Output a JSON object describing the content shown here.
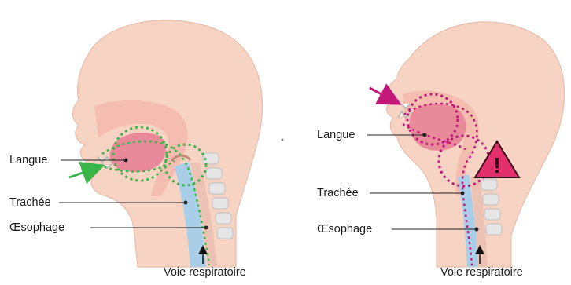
{
  "panels": [
    {
      "id": "left",
      "labels": {
        "tongue": "Langue",
        "trachea": "Trachée",
        "esophagus": "Œsophage",
        "airway": "Voie respiratoire"
      },
      "arrow_color": "#3bb54a",
      "path_color": "#3bb54a",
      "warning": false
    },
    {
      "id": "right",
      "labels": {
        "tongue": "Langue",
        "trachea": "Trachée",
        "esophagus": "Œsophage",
        "airway": "Voie respiratoire"
      },
      "arrow_color": "#c2187a",
      "path_color": "#c2187a",
      "warning": true,
      "warning_symbol": "!",
      "warning_color": "#e1306c"
    }
  ],
  "colors": {
    "skin": "#f7d3c3",
    "skin_outline": "#d9a792",
    "mouth_cavity": "#f3b8ad",
    "tongue": "#e98a9a",
    "vertebrae": "#e6e6e6",
    "airway": "#a9cfe8",
    "esophagus": "#ecc2b4"
  }
}
